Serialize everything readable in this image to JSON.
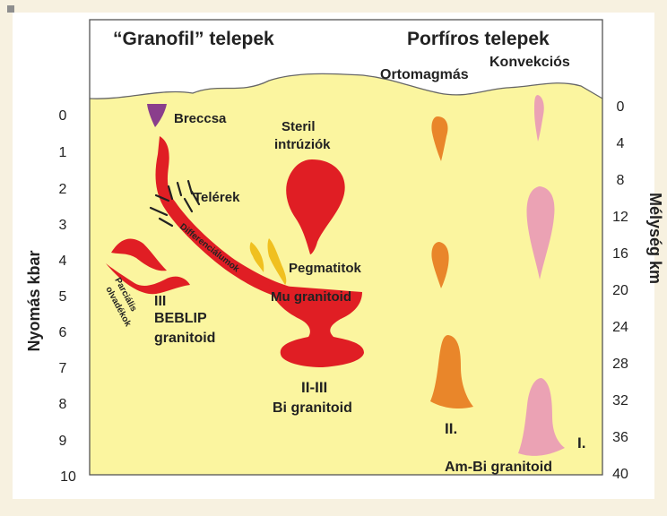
{
  "headings": {
    "granofil": "“Granofil” telepek",
    "porfiros": "Porfíros telepek",
    "ortomagmas": "Ortomagmás",
    "konvekcios": "Konvekciós"
  },
  "axes": {
    "left_label": "Nyomás kbar",
    "right_label": "Mélység km",
    "left_ticks": [
      "0",
      "1",
      "2",
      "3",
      "4",
      "5",
      "6",
      "7",
      "8",
      "9",
      "10"
    ],
    "right_ticks": [
      "0",
      "4",
      "8",
      "12",
      "16",
      "20",
      "24",
      "28",
      "32",
      "36",
      "40"
    ]
  },
  "labels": {
    "breccsa": "Breccsa",
    "steril_1": "Steril",
    "steril_2": "intrúziók",
    "telerek": "Telérek",
    "differencialumok": "Differenciálumok",
    "parcialis_1": "Parciális",
    "parcialis_2": "olvadékok",
    "pegmatitok": "Pegmatitok",
    "mu_granitoid": "Mu granitoid",
    "roman_iii": "III",
    "beblip": "BEBLIP",
    "beblip_granitoid": "granitoid",
    "roman_ii_iii": "II-III",
    "bi_granitoid": "Bi granitoid",
    "roman_ii": "II.",
    "roman_i": "I.",
    "am_bi_granitoid": "Am-Bi granitoid"
  },
  "colors": {
    "background": "#f7f1e0",
    "crust": "#fbf59f",
    "granite_red": "#e01e24",
    "pegmatite_yellow": "#f0c020",
    "breccia_purple": "#8a3e8c",
    "orthomagmatic_orange": "#e9862a",
    "convective_pink": "#eba2b4"
  }
}
